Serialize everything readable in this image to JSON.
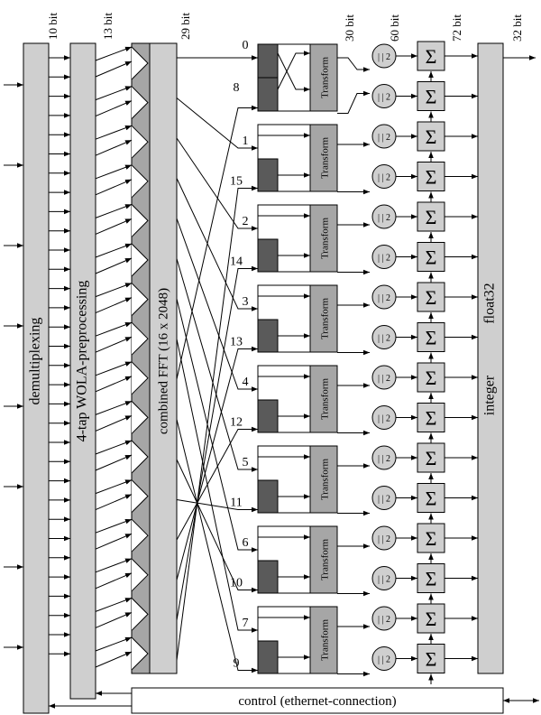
{
  "bit_labels": [
    "10 bit",
    "13 bit",
    "29 bit",
    "30 bit",
    "60 bit",
    "72 bit",
    "32 bit"
  ],
  "blocks": {
    "demux": "demultiplexing",
    "wola": "4-tap WOLA-preprocessing",
    "fft": "combined FFT (16 x 2048)",
    "integer": "integer",
    "float": "float32",
    "control": "control (ethernet-connection)"
  },
  "channel_numbers": [
    "0",
    "8",
    "1",
    "15",
    "2",
    "14",
    "3",
    "13",
    "4",
    "12",
    "5",
    "11",
    "6",
    "10",
    "7",
    "9"
  ],
  "transform_label": "Transform",
  "abs_label": "| | 2",
  "sum_label": "Σ",
  "colors": {
    "block_gray": "#cfcfcf",
    "dark_gray": "#5a5a5a",
    "mid_gray": "#a6a6a6",
    "line": "#000000"
  }
}
